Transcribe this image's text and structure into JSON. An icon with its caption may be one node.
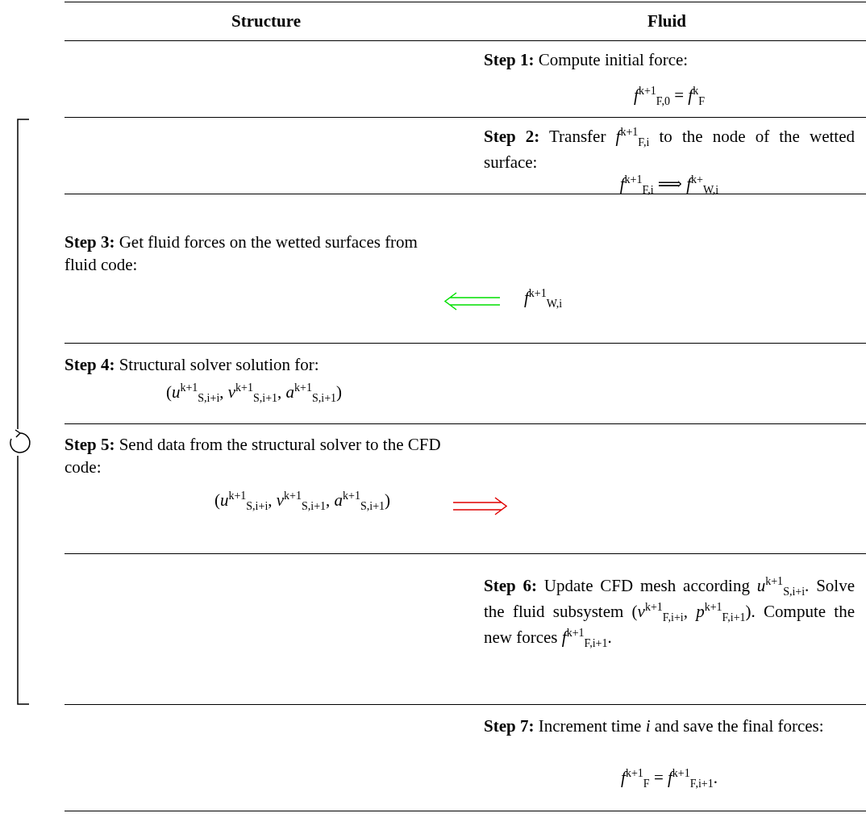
{
  "diagram": {
    "labels": [
      "Structure",
      "Fluid",
      "**Step 1:** Compute initial force:",
      "*f*$^{k+1}$$_{F,0}$ = *f*$^{k}$$_{F}$",
      "**Step 2:** Transfer *f*$^{k+1}$$_{F,i}$ to the node of the wetted surface:",
      "*f*$^{k+1}$$_{F,i}$ ⟹ *f*$^{k+}$$_{W,i}$",
      "**Step 3:** Get fluid forces on the wetted surfaces from fluid code:",
      "*f*$^{k+1}$$_{W,i}$",
      "**Step 4:** Structural solver solution for:",
      "(*u*$^{k+1}$$_{S,i+i}$, *v*$^{k+1}$$_{S,i+1}$, *a*$^{k+1}$$_{S,i+1}$)",
      "**Step 5:** Send data from the structural solver to the CFD code:",
      "(*u*$^{k+1}$$_{S,i+i}$, *v*$^{k+1}$$_{S,i+1}$, *a*$^{k+1}$$_{S,i+1}$)",
      "**Step 6:** Update CFD mesh according *u*$^{k+1}$$_{S,i+i}$. Solve the fluid subsystem (*v*$^{k+1}$$_{F,i+i}$, *p*$^{k+1}$$_{F,i+1}$). Compute the new forces *f*$^{k+1}$$_{F,i+1}$.",
      "**Step 7:** Increment time *i* and save the final forces:",
      "*f*$^{k+1}$$_{F}$ = *f*$^{k+1}$$_{F,i+1}$."
    ]
  }
}
